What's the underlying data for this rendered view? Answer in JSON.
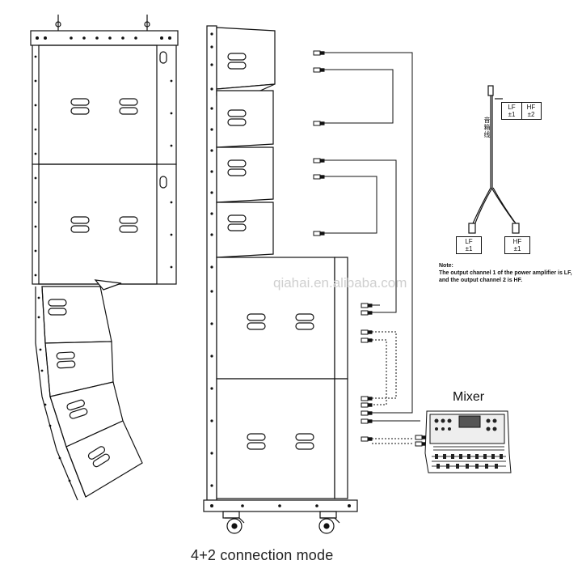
{
  "caption": "4+2 connection mode",
  "mixer_label": "Mixer",
  "watermark": "qiahai.en.alibaba.com",
  "note": {
    "heading": "Note:",
    "line1": "The output channel 1 of the power amplifier is LF,",
    "line2": "and the output channel 2 is HF."
  },
  "cable_label": "音箱线",
  "top_box": {
    "lf": "LF",
    "hf": "HF",
    "lf_ch": "±1",
    "hf_ch": "±2"
  },
  "bottom_left_box": {
    "name": "LF",
    "ch": "±1"
  },
  "bottom_right_box": {
    "name": "HF",
    "ch": "±1"
  }
}
